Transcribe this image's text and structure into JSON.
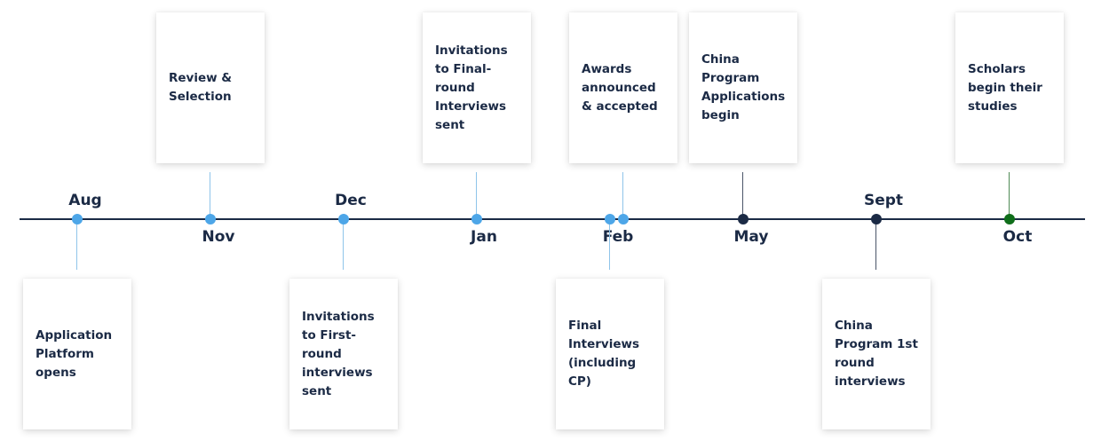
{
  "colors": {
    "axis": "#1b2a45",
    "blue": "#4da6e8",
    "blue_line": "#8fc4ea",
    "navy": "#1b2a45",
    "navy_line": "#4a5568",
    "green": "#0f6e1a",
    "green_line": "#4f8a55"
  },
  "timeline": {
    "months": [
      {
        "label": "Aug",
        "position": "above"
      },
      {
        "label": "Nov",
        "position": "below"
      },
      {
        "label": "Dec",
        "position": "above"
      },
      {
        "label": "Jan",
        "position": "below"
      },
      {
        "label": "Feb",
        "position": "below"
      },
      {
        "label": "May",
        "position": "below"
      },
      {
        "label": "Sept",
        "position": "above"
      },
      {
        "label": "Oct",
        "position": "below"
      }
    ],
    "events": [
      {
        "text": "Application\nPlatform\nopens",
        "month": "Aug",
        "side": "below",
        "color": "blue"
      },
      {
        "text": "Review &\nSelection",
        "month": "Nov",
        "side": "above",
        "color": "blue"
      },
      {
        "text": "Invitations\nto First-\nround\ninterviews\nsent",
        "month": "Dec",
        "side": "below",
        "color": "blue"
      },
      {
        "text": "Invitations\nto Final-\nround\nInterviews\nsent",
        "month": "Jan",
        "side": "above",
        "color": "blue"
      },
      {
        "text": "Final\nInterviews\n(including\nCP)",
        "month": "Feb",
        "side": "below",
        "color": "blue"
      },
      {
        "text": "Awards\nannounced\n& accepted",
        "month": "Feb",
        "side": "above",
        "color": "blue"
      },
      {
        "text": "China\nProgram\nApplications\nbegin",
        "month": "May",
        "side": "above",
        "color": "navy"
      },
      {
        "text": "China\nProgram 1st\nround\ninterviews",
        "month": "Sept",
        "side": "below",
        "color": "navy"
      },
      {
        "text": "Scholars\nbegin their\nstudies",
        "month": "Oct",
        "side": "above",
        "color": "green"
      }
    ]
  }
}
